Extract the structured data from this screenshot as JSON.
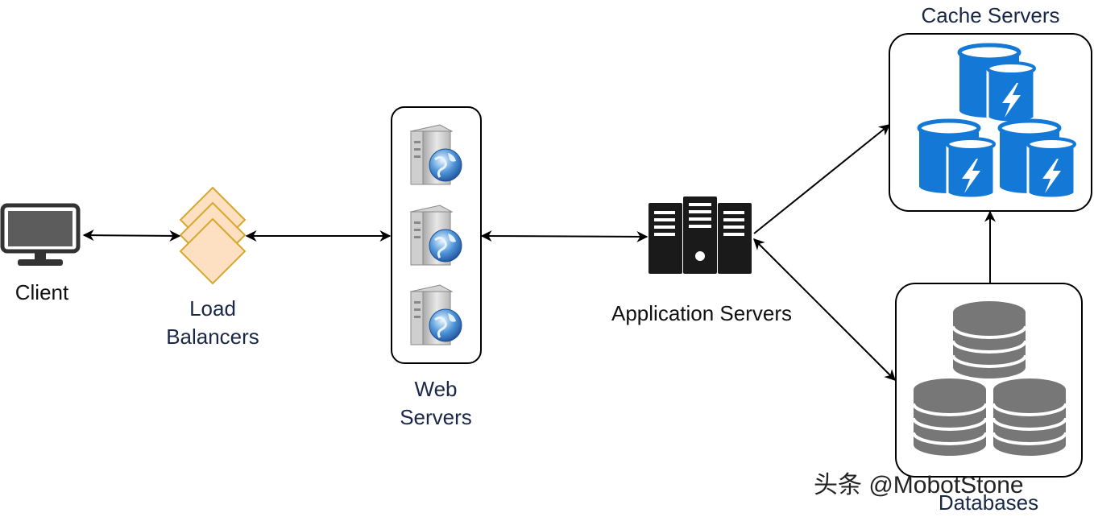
{
  "nodes": {
    "client": {
      "label": "Client"
    },
    "load_balancers": {
      "label_line1": "Load",
      "label_line2": "Balancers"
    },
    "web_servers": {
      "label_line1": "Web",
      "label_line2": "Servers"
    },
    "application_servers": {
      "label": "Application Servers"
    },
    "cache_servers": {
      "label": "Cache Servers"
    },
    "databases": {
      "label": "Databases"
    }
  },
  "watermark": {
    "text": "头条 @MobotStone"
  },
  "colors": {
    "cache_blue": "#1479d6",
    "database_gray": "#777777",
    "load_balancer_fill": "#fde0c2",
    "load_balancer_stroke": "#d6a72b",
    "label_navy": "#1a2747"
  },
  "edges": [
    {
      "from": "client",
      "to": "load_balancers",
      "direction": "both"
    },
    {
      "from": "load_balancers",
      "to": "web_servers",
      "direction": "both"
    },
    {
      "from": "web_servers",
      "to": "application_servers",
      "direction": "both"
    },
    {
      "from": "application_servers",
      "to": "cache_servers",
      "direction": "to"
    },
    {
      "from": "application_servers",
      "to": "databases",
      "direction": "both"
    },
    {
      "from": "databases",
      "to": "cache_servers",
      "direction": "to"
    }
  ]
}
